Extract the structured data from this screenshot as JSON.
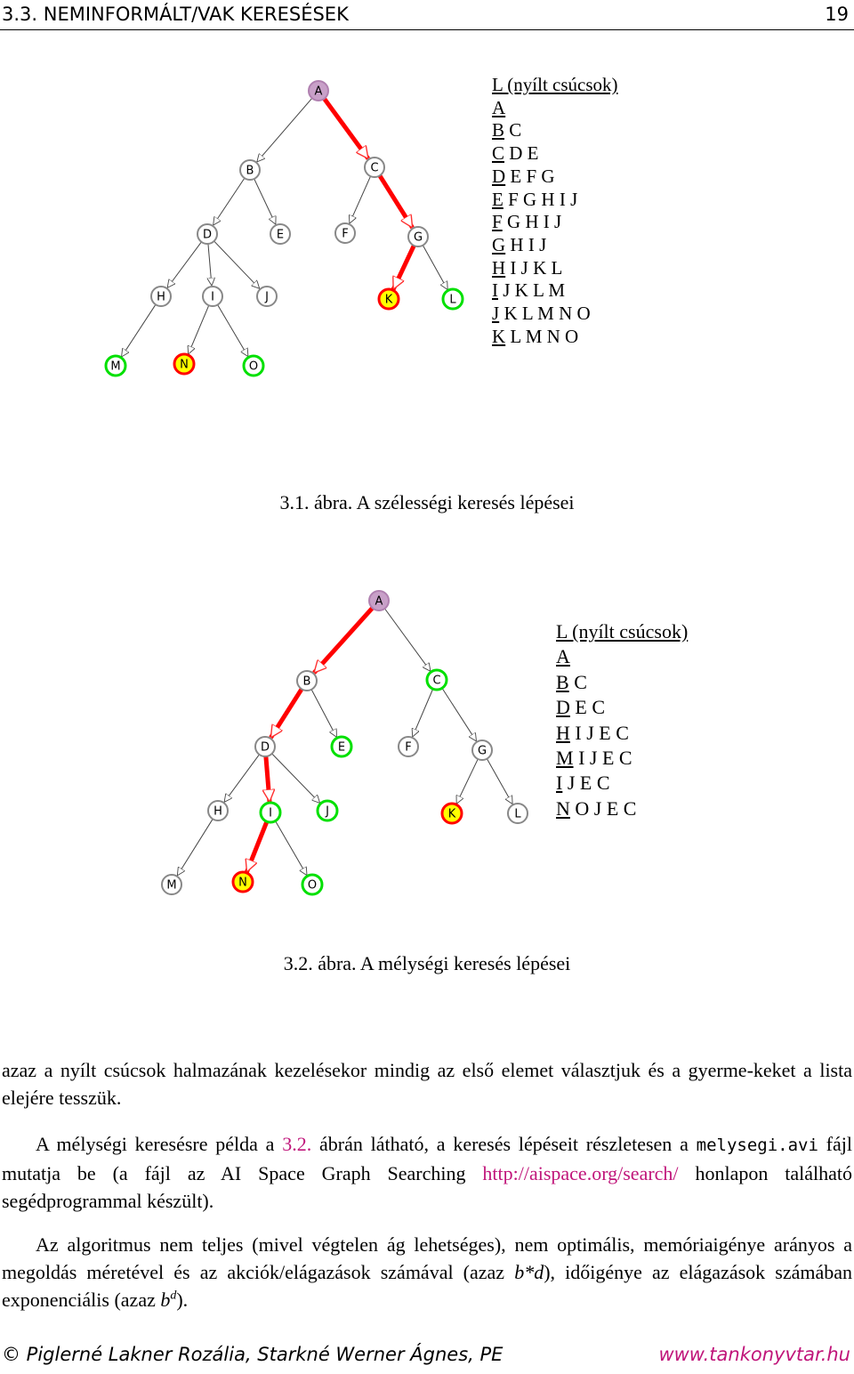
{
  "header": {
    "section": "3.3. NEMINFORMÁLT/VAK KERESÉSEK",
    "page": "19"
  },
  "figure1": {
    "caption": "3.1. ábra. A szélességi keresés lépései",
    "list_title": "L (nyílt csúcsok)",
    "rows": [
      {
        "first": "A",
        "rest": ""
      },
      {
        "first": "B",
        "rest": " C"
      },
      {
        "first": "C",
        "rest": " D E"
      },
      {
        "first": "D",
        "rest": " E F G"
      },
      {
        "first": "E",
        "rest": " F G H I J"
      },
      {
        "first": "F",
        "rest": " G H I J"
      },
      {
        "first": "G",
        "rest": " H I J"
      },
      {
        "first": "H",
        "rest": " I J K L"
      },
      {
        "first": "I",
        "rest": " J K L M"
      },
      {
        "first": "J",
        "rest": " K L M N O"
      },
      {
        "first": "K",
        "rest": " L M N O"
      }
    ],
    "colors": {
      "root": "#c8a0c8",
      "goal": "#ffff00",
      "open": "#00e000",
      "closed": "#888888",
      "path": "#ff0000"
    }
  },
  "figure2": {
    "caption": "3.2. ábra. A mélységi keresés lépései",
    "list_title": "L (nyílt csúcsok)",
    "rows": [
      {
        "first": "A",
        "rest": ""
      },
      {
        "first": "B",
        "rest": " C"
      },
      {
        "first": "D",
        "rest": " E C"
      },
      {
        "first": "H",
        "rest": " I J E C"
      },
      {
        "first": "M",
        "rest": " I J E C"
      },
      {
        "first": "I",
        "rest": " J E C"
      },
      {
        "first": "N",
        "rest": " O J E C"
      }
    ]
  },
  "body": {
    "p1": "azaz a nyílt csúcsok halmazának kezelésekor mindig az első elemet választjuk és a gyerme-keket a lista elejére tesszük.",
    "p2_a": "A mélységi keresésre példa a ",
    "p2_ref": "3.2.",
    "p2_b": " ábrán látható, a keresés lépéseit részletesen a ",
    "p2_file": "melysegi.avi",
    "p2_c": " fájl mutatja be (a fájl az AI Space Graph Searching ",
    "p2_url": "http://aispace.org/search/",
    "p2_d": " honlapon található segédprogrammal készült).",
    "p3_a": "Az algoritmus nem teljes (mivel végtelen ág lehetséges), nem optimális, memóriaigénye arányos a megoldás méretével és az akciók/elágazások számával (azaz ",
    "p3_bd": "b*d",
    "p3_b": "), időigénye az elágazások számában exponenciális (azaz ",
    "p3_base": "b",
    "p3_exp": "d",
    "p3_c": ")."
  },
  "footer": {
    "authors": "© Piglerné Lakner Rozália, Starkné Werner Ágnes, PE",
    "site": "www.tankonyvtar.hu"
  }
}
